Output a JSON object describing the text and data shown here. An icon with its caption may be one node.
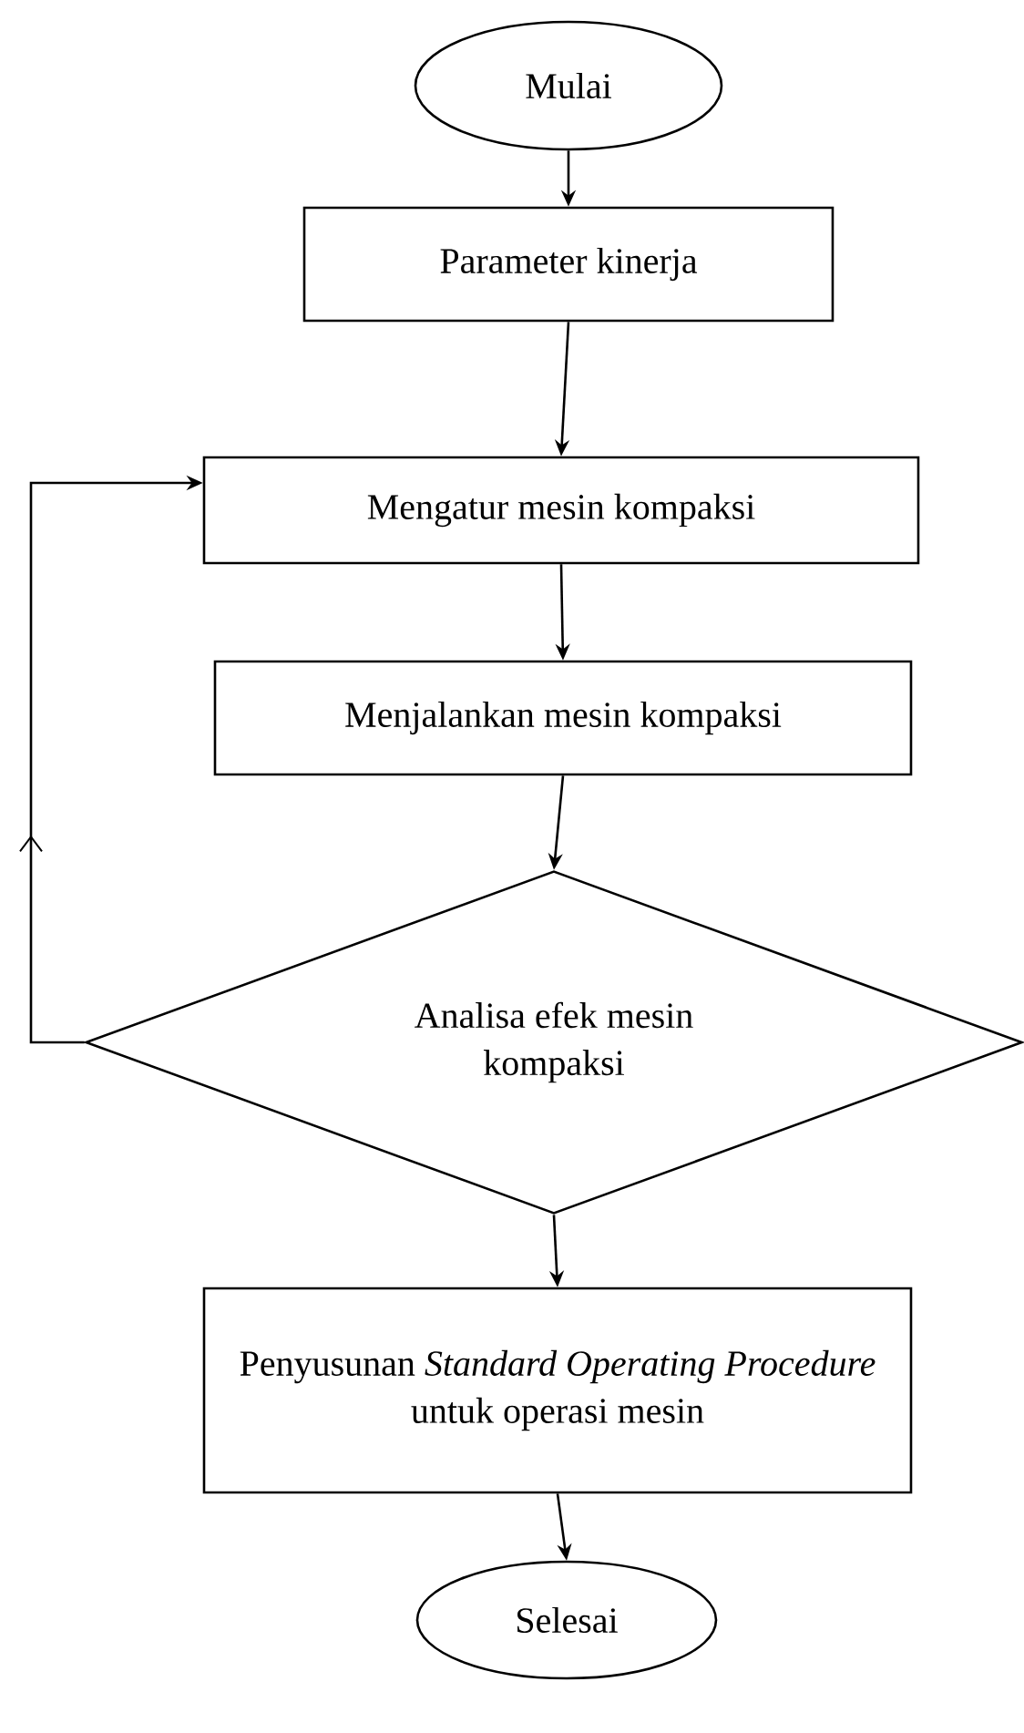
{
  "diagram": {
    "nodes": [
      {
        "text": [
          "Mulai"
        ]
      },
      {
        "text": [
          "Parameter kinerja"
        ]
      },
      {
        "text": [
          "Mengatur mesin kompaksi"
        ]
      },
      {
        "text": [
          "Menjalankan mesin kompaksi"
        ]
      },
      {
        "text": [
          "Analisa efek mesin kompaksi"
        ]
      },
      {
        "text": [
          "Penyusunan *Standard Operating Procedure* untuk operasi mesin"
        ]
      },
      {
        "text": [
          "Selesai"
        ]
      }
    ],
    "edges": [
      {
        "from": 0,
        "to": 1,
        "arrow": "to"
      },
      {
        "from": 1,
        "to": 2,
        "arrow": "to"
      },
      {
        "from": 2,
        "to": 3,
        "arrow": "to"
      },
      {
        "from": 3,
        "to": 4,
        "arrow": "to"
      },
      {
        "from": 4,
        "to": 2,
        "arrow": "to"
      },
      {
        "from": 4,
        "to": 5,
        "arrow": "to"
      },
      {
        "from": 5,
        "to": 6,
        "arrow": "to"
      }
    ]
  }
}
